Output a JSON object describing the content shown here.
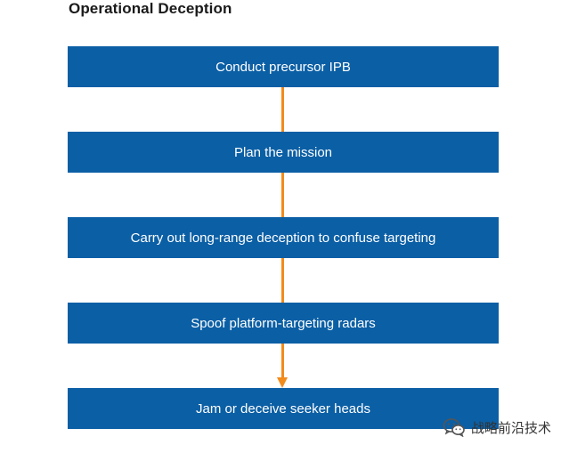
{
  "title": "Operational Deception",
  "steps": [
    "Conduct precursor IPB",
    "Plan the mission",
    "Carry out long-range deception to confuse targeting",
    "Spoof platform-targeting radars",
    "Jam or deceive seeker heads"
  ],
  "watermark": {
    "text": "战略前沿技术",
    "icon": "wechat-icon"
  },
  "colors": {
    "box": "#0b5fa5",
    "arrow": "#f28c1c",
    "box_text": "#ffffff"
  }
}
